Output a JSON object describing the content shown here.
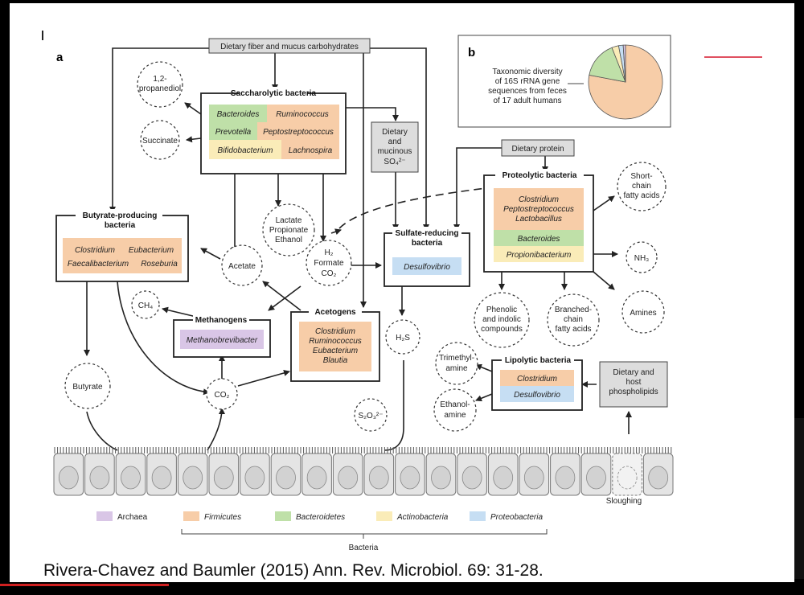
{
  "panel_a": "a",
  "panel_b": "b",
  "top_input": "Dietary fiber and mucus carbohydrates",
  "propanediol": [
    "1,2-",
    "propanediol"
  ],
  "succinate": "Succinate",
  "saccharolytic": {
    "title": "Saccharolytic bacteria",
    "genera": [
      "Bacteroides",
      "Ruminococcus",
      "Prevotella",
      "Peptostreptococcus",
      "Bifidobacterium",
      "Lachnospira"
    ]
  },
  "dietary_so4": [
    "Dietary",
    "and",
    "mucinous",
    "SO₄²⁻"
  ],
  "butyrate_producing": {
    "title": [
      "Butyrate-producing",
      "bacteria"
    ],
    "genera": [
      "Clostridium",
      "Eubacterium",
      "Faecalibacterium",
      "Roseburia"
    ]
  },
  "lactate": [
    "Lactate",
    "Propionate",
    "Ethanol"
  ],
  "acetate": "Acetate",
  "h2_formate": [
    "H₂",
    "Formate",
    "CO₂"
  ],
  "sulfate_reducing": {
    "title": [
      "Sulfate-reducing",
      "bacteria"
    ],
    "genus": "Desulfovibrio"
  },
  "dietary_protein": "Dietary protein",
  "proteolytic": {
    "title": "Proteolytic bacteria",
    "genera": [
      "Clostridium",
      "Peptostreptococcus",
      "Lactobacillus",
      "Bacteroides",
      "Propionibacterium"
    ]
  },
  "scfa": [
    "Short-",
    "chain",
    "fatty acids"
  ],
  "nh3": "NH₃",
  "amines": "Amines",
  "phenolic": [
    "Phenolic",
    "and indolic",
    "compounds"
  ],
  "branched": [
    "Branched-",
    "chain",
    "fatty acids"
  ],
  "ch4": "CH₄",
  "methanogens": {
    "title": "Methanogens",
    "genus": "Methanobrevibacter"
  },
  "acetogens": {
    "title": "Acetogens",
    "genera": [
      "Clostridium",
      "Ruminococcus",
      "Eubacterium",
      "Blautia"
    ]
  },
  "h2s": "H₂S",
  "trimethylamine": [
    "Trimethyl-",
    "amine"
  ],
  "ethanolamine": [
    "Ethanol-",
    "amine"
  ],
  "lipolytic": {
    "title": "Lipolytic bacteria",
    "genera": [
      "Clostridium",
      "Desulfovibrio"
    ]
  },
  "phospholipids": [
    "Dietary and",
    "host",
    "phospholipids"
  ],
  "butyrate": "Butyrate",
  "co2": "CO₂",
  "s2o3": "S₂O₃²⁻",
  "sloughing": "Sloughing",
  "pie_text": [
    "Taxonomic diversity",
    "of 16S rRNA gene",
    "sequences from feces",
    "of 17 adult humans"
  ],
  "legend": [
    {
      "label": "Archaea",
      "color": "#d9c6e6"
    },
    {
      "label": "Firmicutes",
      "color": "#f7cda8"
    },
    {
      "label": "Bacteroidetes",
      "color": "#bfe0a8"
    },
    {
      "label": "Actinobacteria",
      "color": "#faecb8"
    },
    {
      "label": "Proteobacteria",
      "color": "#c6def3"
    }
  ],
  "bacteria_label": "Bacteria",
  "citation": "Rivera-Chavez and Baumler (2015) Ann. Rev. Microbiol. 69: 31-28.",
  "chart_data": {
    "type": "pie",
    "slices": [
      {
        "name": "Firmicutes",
        "value": 78,
        "color": "#f7cda8"
      },
      {
        "name": "Bacteroidetes",
        "value": 16,
        "color": "#bfe0a8"
      },
      {
        "name": "Actinobacteria",
        "value": 3,
        "color": "#faecb8"
      },
      {
        "name": "Proteobacteria",
        "value": 2,
        "color": "#c6def3"
      },
      {
        "name": "Archaea",
        "value": 1,
        "color": "#d9c6e6"
      }
    ]
  }
}
